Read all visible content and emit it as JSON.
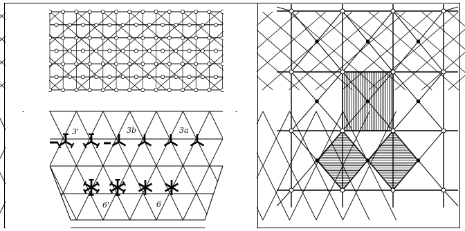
{
  "figure_table": {
    "cells": [
      {
        "id": "left-panel",
        "labels": [
          "3'",
          "3b",
          "3a",
          "6'",
          "6"
        ]
      },
      {
        "id": "right-panel",
        "labels": []
      }
    ]
  }
}
